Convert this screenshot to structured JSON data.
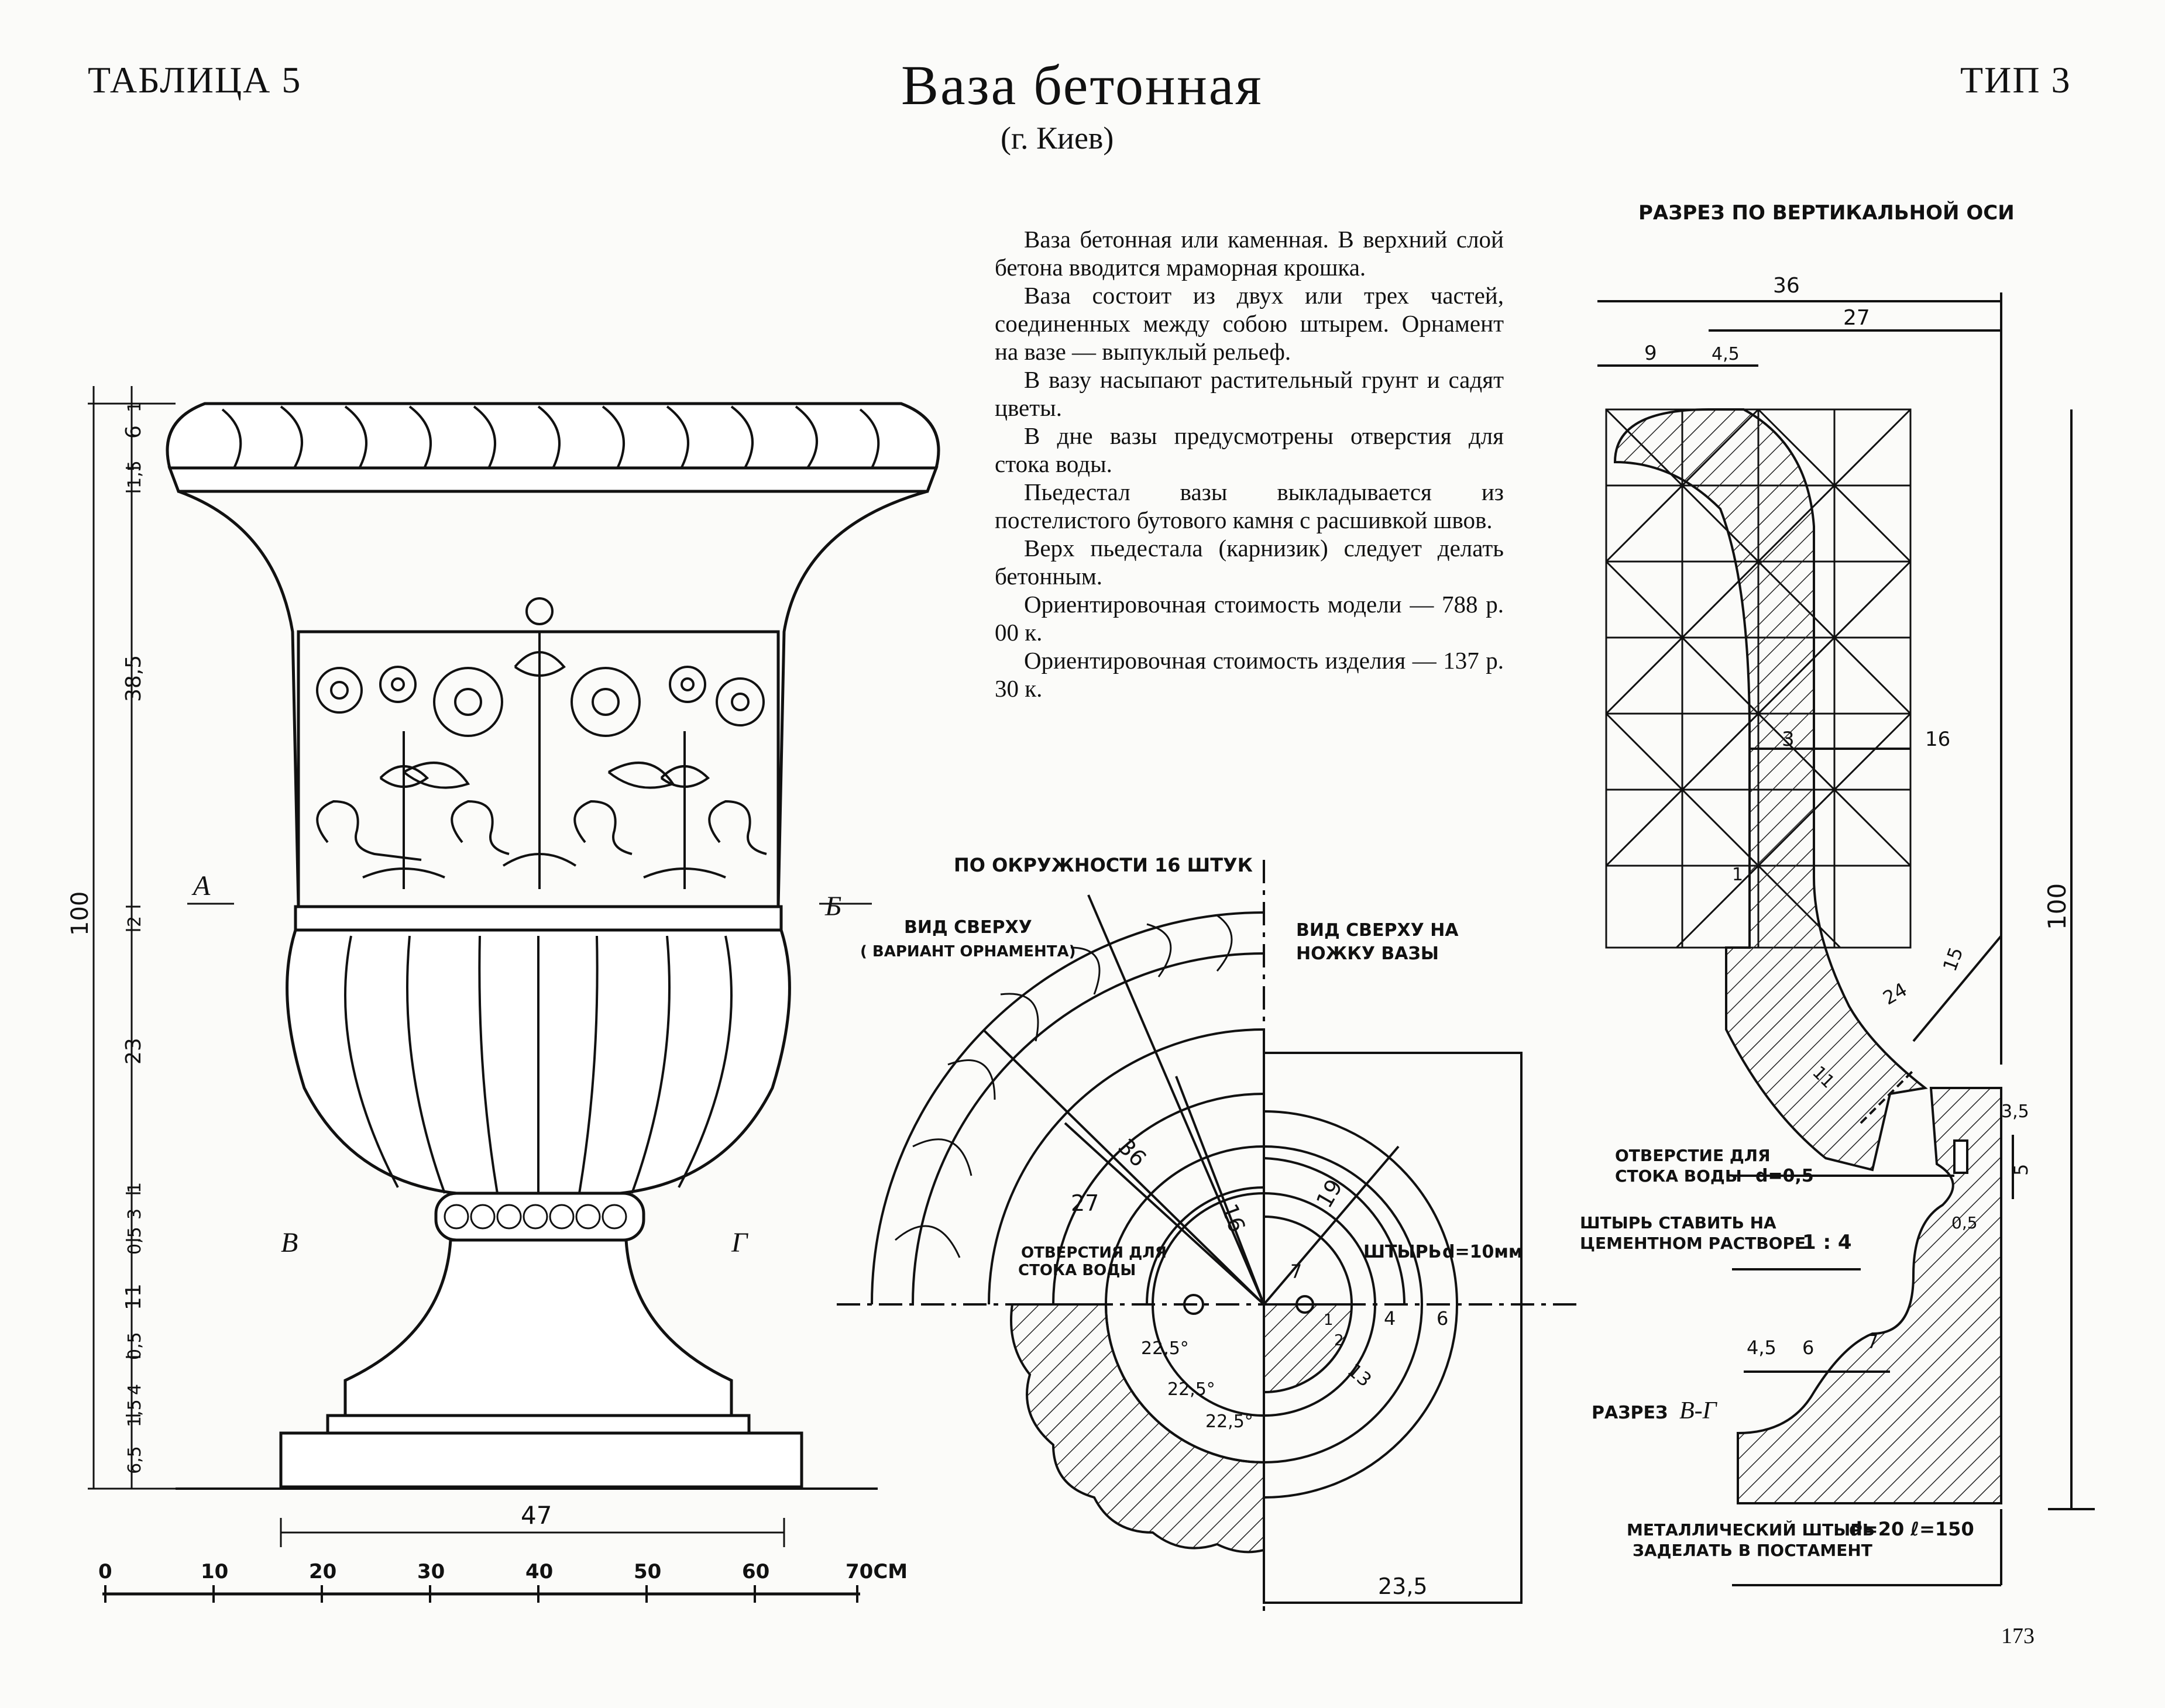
{
  "header": {
    "table_label": "ТАБЛИЦА 5",
    "title": "Ваза бетонная",
    "subtitle": "(г. Киев)",
    "type_label": "ТИП 3"
  },
  "description": [
    "Ваза бетонная или каменная. В верхний слой бетона вводится мраморная крошка.",
    "Ваза состоит из двух или трех частей, соединенных между собою штырем. Орнамент на вазе — выпуклый рельеф.",
    "В вазу насыпают растительный грунт и садят цветы.",
    "В дне вазы предусмотрены отверстия для стока воды.",
    "Пьедестал вазы выкладывается из постелистого бутового камня с расшивкой швов.",
    "Верх пьедестала (карнизик) следует делать бетонным.",
    "Ориентировочная стоимость модели — 788 р. 00 к.",
    "Ориентировочная стоимость изделия — 137 р. 30 к."
  ],
  "elevation": {
    "dims_vertical": [
      "6",
      "1",
      "1,5",
      "38,5",
      "2",
      "23",
      "1",
      "3",
      "0,5",
      "11",
      "0,5",
      "4",
      "1,5",
      "6,5"
    ],
    "overall_height": "100",
    "width": "47",
    "section_marks": [
      "А",
      "Б",
      "В",
      "Г"
    ],
    "scale_ticks": [
      "0",
      "10",
      "20",
      "30",
      "40",
      "50",
      "60",
      "70СМ"
    ]
  },
  "plan": {
    "label_around": "ПО ОКРУЖНОСТИ 16 ШТУК",
    "label_top_view": "ВИД СВЕРХУ",
    "label_top_view_variant": "( ВАРИАНТ ОРНАМЕНТА)",
    "label_foot_view_1": "ВИД СВЕРХУ НА",
    "label_foot_view_2": "НОЖКУ ВАЗЫ",
    "label_drain_1": "ОТВЕРСТИЯ ДЛЯ",
    "label_drain_2": "СТОКА ВОДЫ",
    "label_pin": "ШТЫРЬ",
    "label_pin_d": "d=10мм",
    "radii": [
      "36",
      "27",
      "16",
      "19",
      "7",
      "13",
      "1",
      "2",
      "4",
      "6"
    ],
    "angles": [
      "22,5°",
      "22,5°",
      "22,5°"
    ],
    "width": "23,5"
  },
  "section": {
    "title": "РАЗРЕЗ ПО ВЕРТИКАЛЬНОЙ ОСИ",
    "dims": [
      "36",
      "27",
      "9",
      "4,5",
      "3",
      "16",
      "1",
      "15",
      "24",
      "11",
      "100",
      "3,5",
      "5",
      "0,5"
    ],
    "label_drain_1": "ОТВЕРСТИЕ ДЛЯ",
    "label_drain_2": "СТОКА ВОДЫ",
    "label_drain_d": "d=0,5",
    "label_pin_1": "ШТЫРЬ СТАВИТЬ НА",
    "label_pin_2": "ЦЕМЕНТНОМ РАСТВОРЕ",
    "label_pin_ratio": "1 : 4",
    "label_cut": "РАЗРЕЗ",
    "label_cut_mark": "В-Г",
    "pedestal_dims": [
      "4,5",
      "6",
      "7"
    ],
    "label_metal_pin_1": "МЕТАЛЛИЧЕСКИЙ ШТЫРЬ",
    "label_metal_pin_d": "d=20",
    "label_metal_pin_l": "ℓ=150",
    "label_metal_pin_2": "ЗАДЕЛАТЬ В ПОСТАМЕНТ"
  },
  "page_number": "173"
}
